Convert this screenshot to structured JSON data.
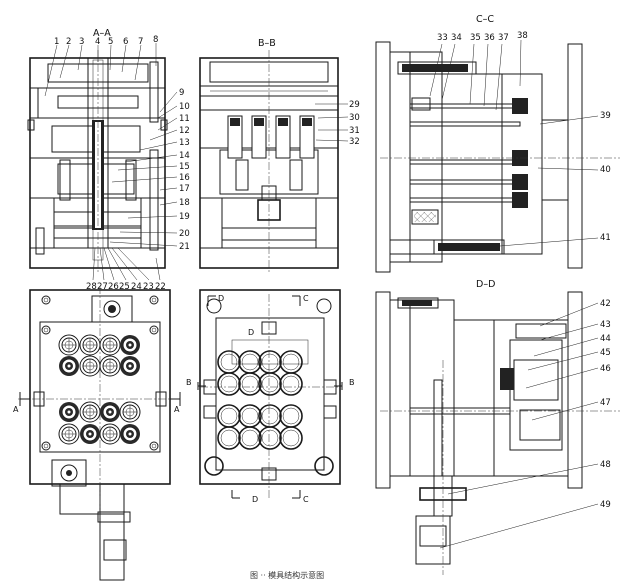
{
  "titles": {
    "aa": "A–A",
    "bb": "B–B",
    "cc": "C–C",
    "dd": "D–D"
  },
  "section_marks": {
    "a": "A",
    "b": "B",
    "c": "C",
    "d": "D"
  },
  "part_numbers": [
    "1",
    "2",
    "3",
    "4",
    "5",
    "6",
    "7",
    "8",
    "9",
    "10",
    "11",
    "12",
    "13",
    "14",
    "15",
    "16",
    "17",
    "18",
    "19",
    "20",
    "21",
    "22",
    "23",
    "24",
    "25",
    "26",
    "27",
    "28",
    "29",
    "30",
    "31",
    "32",
    "33",
    "34",
    "35",
    "36",
    "37",
    "38",
    "39",
    "40",
    "41",
    "42",
    "43",
    "44",
    "45",
    "46",
    "47",
    "48",
    "49"
  ],
  "caption": "图 ·· 模具结构示意图"
}
